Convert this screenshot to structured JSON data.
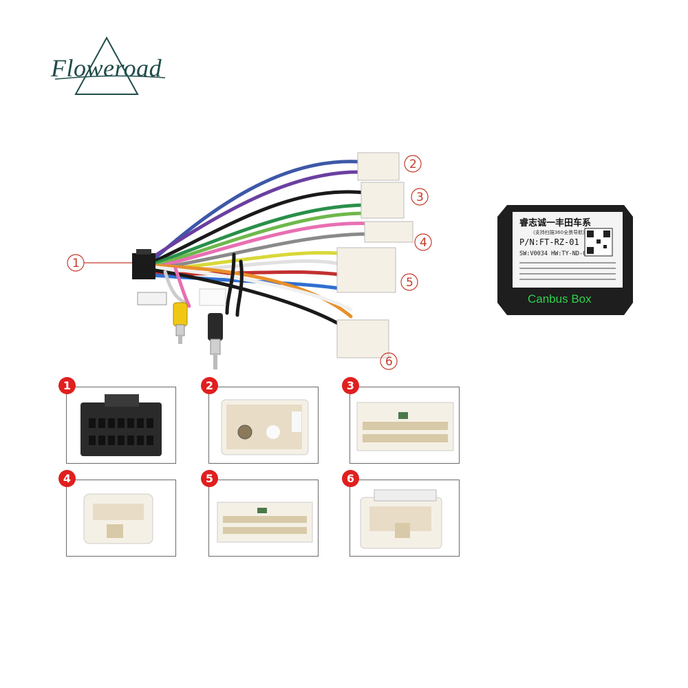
{
  "logo": {
    "brand": "Floweroad",
    "color": "#1f4d4a"
  },
  "harness": {
    "callouts": [
      "1",
      "2",
      "3",
      "4",
      "5",
      "6"
    ],
    "callout_color": "#c43a2a"
  },
  "canbus_box": {
    "label": "Canbus Box",
    "label_color": "#2fd24a",
    "sticker": {
      "title": "睿志诚一丰田车系",
      "subtitle": "(支持扫描360全景导航)",
      "pn": "P/N:FT-RZ-01",
      "sw": "SW:V0034  HW:TY-ND-0102"
    }
  },
  "connectors": [
    {
      "num": "1",
      "type": "16-pin black ISO head unit plug"
    },
    {
      "num": "2",
      "type": "white antenna adapter plug"
    },
    {
      "num": "3",
      "type": "white multi-pin plug"
    },
    {
      "num": "4",
      "type": "white small plug"
    },
    {
      "num": "5",
      "type": "white multi-pin plug"
    },
    {
      "num": "6",
      "type": "white plug"
    }
  ],
  "badge_color": "#e01f1f"
}
